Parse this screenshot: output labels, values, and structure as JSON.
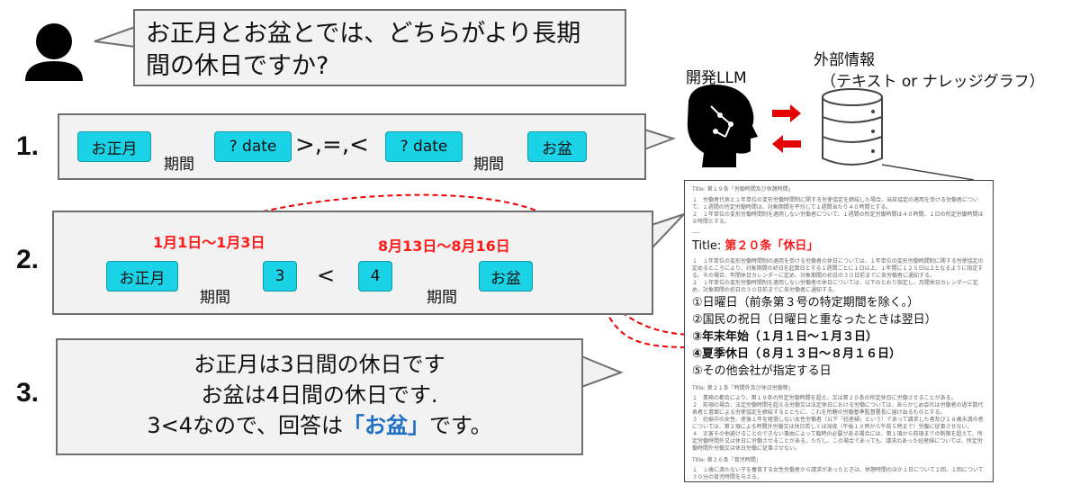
{
  "question": {
    "text_line1": "お正月とお盆とでは、どちらがより長期",
    "text_line2": "間の休日ですか?"
  },
  "llm": {
    "label": "開発LLM"
  },
  "external": {
    "line1": "外部情報",
    "line2": "（テキスト or ナレッジグラフ）"
  },
  "step1": {
    "number": "1.",
    "node_a": "お正月",
    "node_b": "? date",
    "comparator": ">,=,<",
    "node_c": "? date",
    "node_d": "お盆",
    "edge_left": "期間",
    "edge_right": "期間"
  },
  "step2": {
    "number": "2.",
    "range_left": "1月1日～1月3日",
    "range_right": "8月13日～8月16日",
    "node_a": "お正月",
    "node_b": "3",
    "comparator": "<",
    "node_c": "4",
    "node_d": "お盆",
    "edge_left": "期間",
    "edge_right": "期間"
  },
  "step3": {
    "number": "3.",
    "line1": "お正月は3日間の休日です",
    "line2": "お盆は4日間の休日です.",
    "line3_pre": "3<4なので、回答は",
    "line3_answer": "「お盆」",
    "line3_post": "です。"
  },
  "document": {
    "s19_title": "Title: 第１９条「労働時間及び休憩時間」",
    "s19_p1": "１　労働者代表と１年単位の変形労働時間制に関する労使協定を締結した場合、当該協定の適用を受ける労働者について、１週間の所定労働時間は、対象期間を平均して１週間当たり４０時間とする。",
    "s19_p2": "２　１年単位の変形労働時間制を適用しない労働者について、１週間の所定労働時間は４０時間、１日の所定労働時間は８時間とする。",
    "separator": "----",
    "s20_prefix": "Title: ",
    "s20_title": "第２０条「休日」",
    "s20_p1": "１　１年単位の変形労働時間制の適用を受ける労働者の休日については、１年単位の変形労働時間制に関する労使協定の定めるところにより、対象期間の初日を起算日とする１週間ごとに１日以上、１年間に１２５日以上となるように指定する。その場合、年間休日カレンダーに定め、対象期間の初日の３０日前までに各労働者に通知する。",
    "s20_p2": "２　１年単位の変形労働時間制を適用しない労働者の休日については、以下のとおり指定し、月間休日カレンダーに定め、対象期間の初日の３０日前までに各労働者に通知する。",
    "item1": "①日曜日（前条第３号の特定期間を除く。）",
    "item2": "②国民の祝日（日曜日と重なったときは翌日）",
    "item3": "③年末年始（１月１日～１月３日）",
    "item4": "④夏季休日（８月１３日～８月１６日）",
    "item5": "⑤その他会社が指定する日",
    "s21_title": "Title: 第２１条「時間外及び休日労働等」",
    "s21_p1": "１　業務の都合により、第１９条の所定労働時間を超え、又は第２０条の所定休日に労働させることがある。",
    "s21_p2": "２　前項の場合、法定労働時間を超える労働又は法定休日における労働については、あらかじめ会社は労働者の過半数代表者と書面による労使協定を締結するとともに、これを所轄の労働基準監督署長に届け出るものとする。",
    "s21_p3": "３　妊娠中の女性、産後１年を経過しない女性労働者（以下「妊産婦」という）であって請求した者及び１８歳未満の者については、第２項による時間外労働又は休日若しくは深夜（午後１０時から午前５時まで）労働に従事させない。",
    "s21_p4": "４　災害その他避けることのできない事由によって臨時の必要がある場合には、第１項から前項までの制限を超えて、所定労働時間外又は休日に労働させることがある。ただし、この場合であっても、請求のあった妊産婦については、所定労働時間外労働又は休日労働に従事させない。",
    "s26_title": "Title: 第２６条「育児時間」",
    "s26_p1": "１　１歳に満たない子を養育する女性労働者から請求があったときは、休憩時間のほか１日について２回、１回について３０分の育児時間を与える。"
  },
  "colors": {
    "node_fill": "#1bd3e6",
    "highlight_red": "#ff1a1a",
    "answer_blue": "#1f6fc5",
    "bubble_fill": "#f2f2f2"
  }
}
